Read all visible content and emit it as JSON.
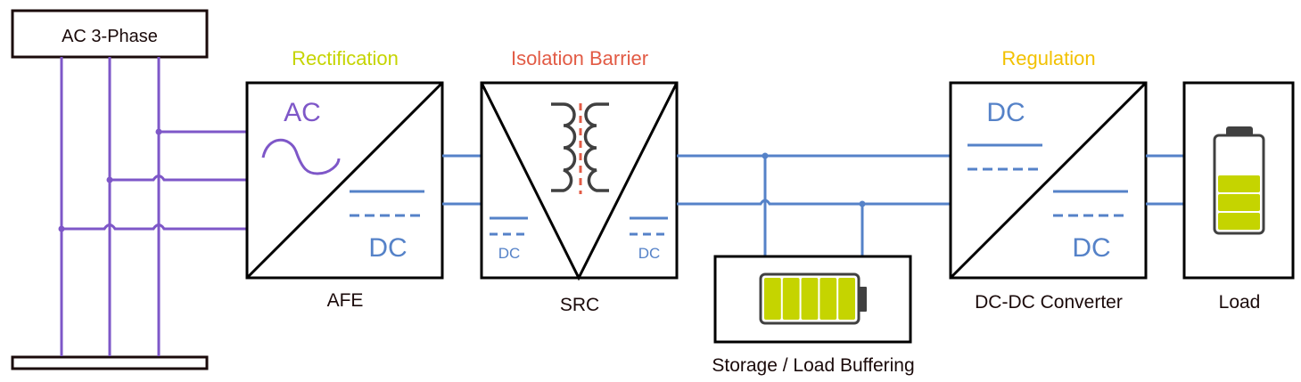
{
  "diagram": {
    "source": {
      "label": "AC 3-Phase"
    },
    "stages": [
      {
        "id": "afe",
        "name": "AFE",
        "function": "Rectification",
        "function_color": "#c5d400",
        "input_type": "AC",
        "output_type": "DC"
      },
      {
        "id": "src",
        "name": "SRC",
        "function": "Isolation Barrier",
        "function_color": "#e25b45",
        "input_type": "DC",
        "output_type": "DC"
      },
      {
        "id": "dcdc",
        "name": "DC-DC Converter",
        "function": "Regulation",
        "function_color": "#f2c100",
        "input_type": "DC",
        "output_type": "DC"
      }
    ],
    "storage": {
      "label": "Storage / Load Buffering",
      "battery_cells_filled": 5,
      "battery_cells_total": 5
    },
    "load": {
      "label": "Load",
      "battery_segments_filled": 3,
      "battery_segments_total": 3
    }
  },
  "colors": {
    "ac_wire": "#7e57c8",
    "dc_wire": "#5582c8",
    "outline": "#000000",
    "battery_fill": "#c5d400",
    "battery_shell": "#404040",
    "isolation_line": "#e25b45",
    "coil": "#404040",
    "text": "#1a0a0a"
  }
}
